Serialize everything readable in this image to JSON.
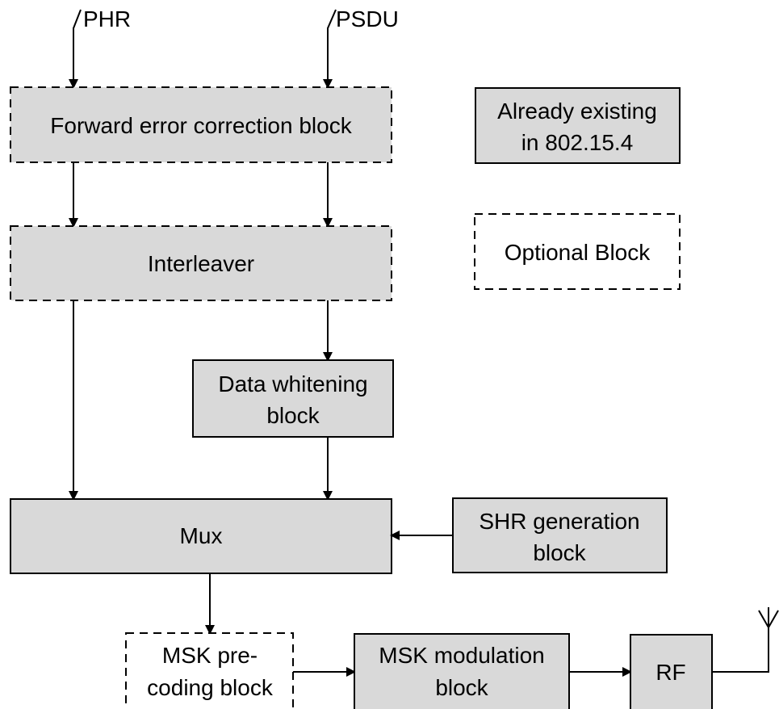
{
  "inputs": {
    "phr": "PHR",
    "psdu": "PSDU"
  },
  "blocks": {
    "fec": "Forward error correction block",
    "interleaver": "Interleaver",
    "whitening": [
      "Data whitening",
      "block"
    ],
    "mux": "Mux",
    "shr": [
      "SHR generation",
      "block"
    ],
    "precoding": [
      "MSK pre-",
      "coding block"
    ],
    "modulation": [
      "MSK modulation",
      "block"
    ],
    "rf": "RF"
  },
  "legend": {
    "existing": [
      "Already existing",
      "in 802.15.4"
    ],
    "optional": "Optional Block"
  }
}
